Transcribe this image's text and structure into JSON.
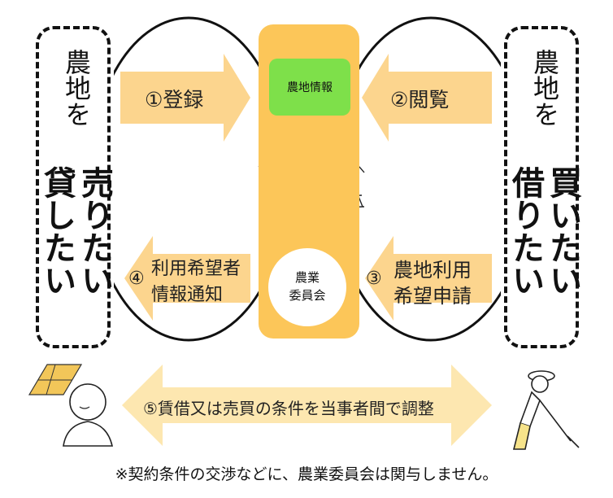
{
  "left_party": {
    "line1": "農地を",
    "line2": "売りたい",
    "line3": "貸したい"
  },
  "right_party": {
    "line1": "農地を",
    "line2": "買いたい",
    "line3": "借りたい"
  },
  "center": {
    "top_box": "農地情報",
    "council_line1": "農業",
    "council_line2": "委員会"
  },
  "arrows": {
    "step1": "①登録",
    "step2": "②閲覧",
    "step3_num": "③",
    "step3_line1": "農地利用",
    "step3_line2": "希望申請",
    "step4_num": "④",
    "step4_line1": "利用希望者",
    "step4_line2": "情報通知",
    "step5": "⑤賃借又は売買の条件を当事者間で調整"
  },
  "note": "※契約条件の交渉などに、農業委員会は関与しません。",
  "colors": {
    "pill": "#fcc659",
    "arrow": "#fcd58e",
    "green_box": "#7ee04a",
    "bottom_arrow": "#fde7b0"
  }
}
